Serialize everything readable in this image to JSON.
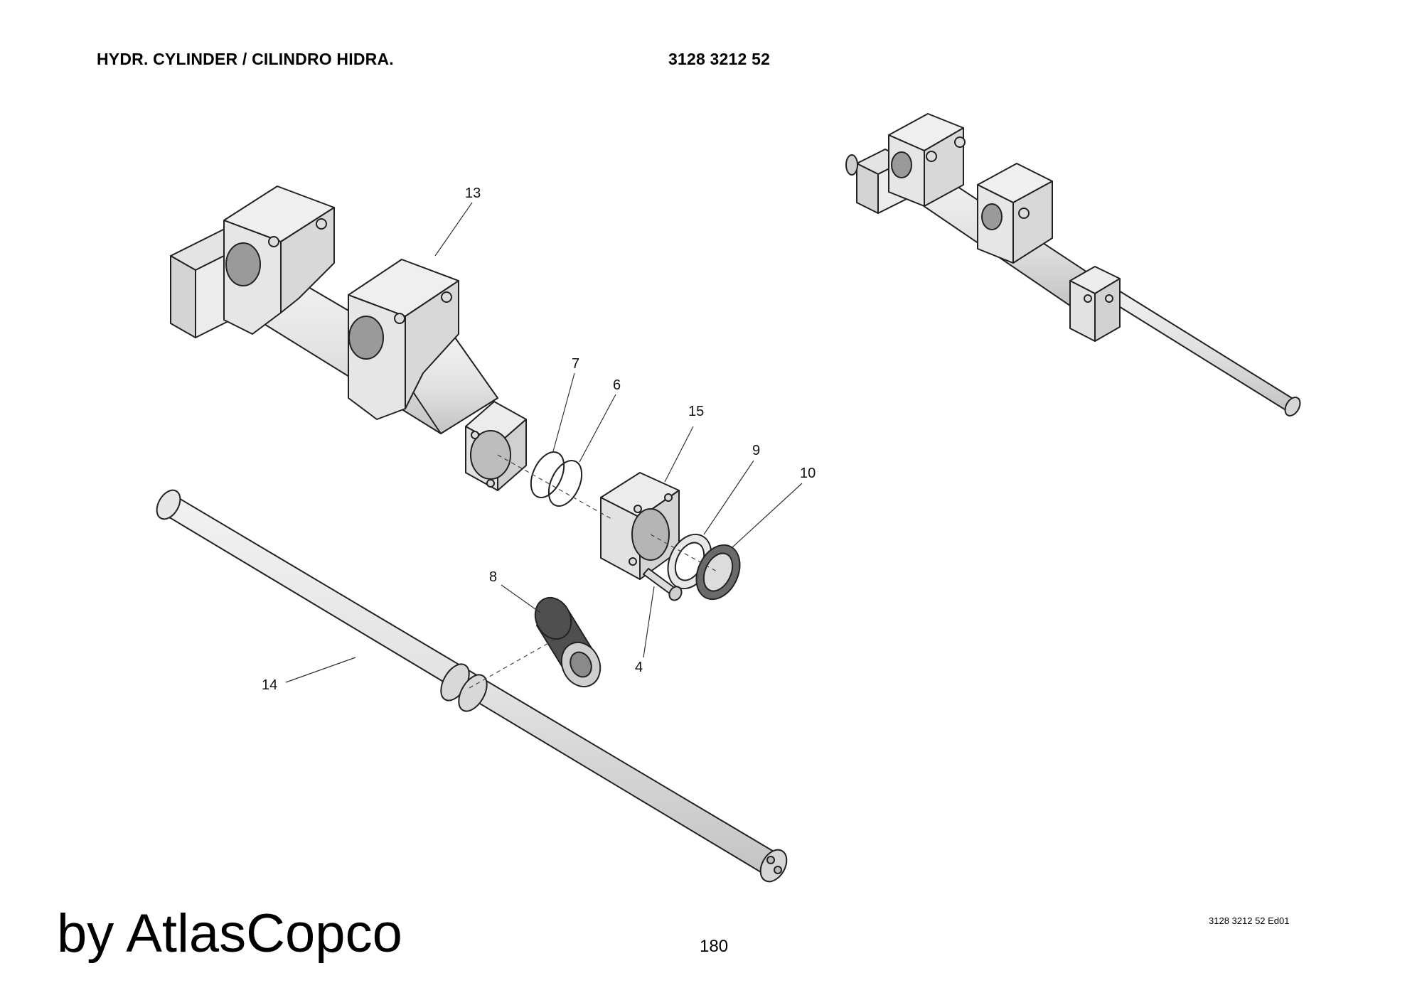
{
  "header": {
    "title": "HYDR. CYLINDER / CILINDRO HIDRA.",
    "document_number": "3128 3212 52"
  },
  "callouts": [
    {
      "id": "13",
      "label": "13"
    },
    {
      "id": "7",
      "label": "7"
    },
    {
      "id": "6",
      "label": "6"
    },
    {
      "id": "15",
      "label": "15"
    },
    {
      "id": "9",
      "label": "9"
    },
    {
      "id": "10",
      "label": "10"
    },
    {
      "id": "8",
      "label": "8"
    },
    {
      "id": "4",
      "label": "4"
    },
    {
      "id": "14",
      "label": "14"
    }
  ],
  "footer": {
    "brand": "by AtlasCopco",
    "page_number": "180",
    "edition": "3128 3212 52 Ed01"
  },
  "colors": {
    "part_fill": "#e6e6e6",
    "part_shade": "#c9c9c9",
    "dark_part": "#555555",
    "line": "#222222"
  }
}
